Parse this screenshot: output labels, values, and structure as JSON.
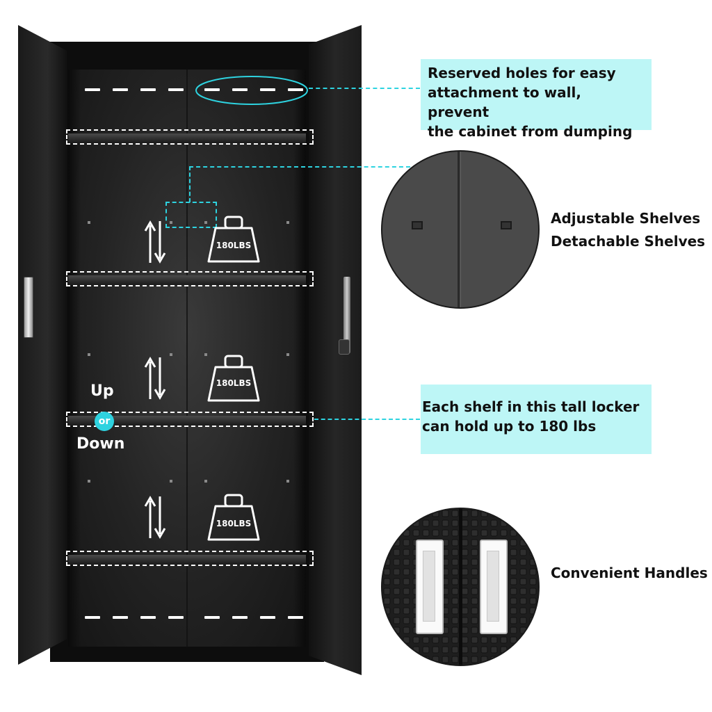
{
  "callouts": {
    "reserved_holes": [
      "Reserved holes for easy",
      "attachment to wall, prevent",
      "the cabinet from dumping"
    ],
    "shelf_capacity": [
      "Each shelf in this tall locker",
      "can hold up to 180 lbs"
    ]
  },
  "labels": {
    "adjustable": "Adjustable Shelves",
    "detachable": "Detachable Shelves",
    "handles": "Convenient Handles"
  },
  "shelf_badges": [
    "180LBS",
    "180LBS",
    "180LBS"
  ],
  "updown": {
    "up": "Up",
    "or": "or",
    "down": "Down"
  },
  "colors": {
    "accent": "#2ed3e0",
    "callout_bg": "#bdf6f6",
    "cabinet": "#1a1a1a"
  }
}
